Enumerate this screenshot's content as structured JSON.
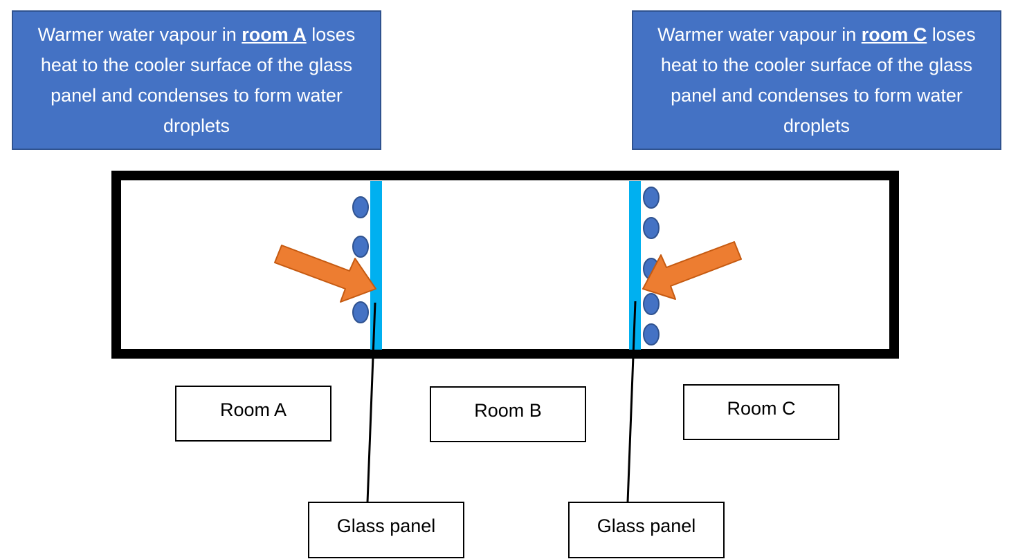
{
  "callouts": {
    "room_a": {
      "prefix": "Warmer water vapour in ",
      "keyword": "room A",
      "rest": " loses heat to the cooler surface of the glass panel and condenses to form water droplets"
    },
    "room_c": {
      "prefix": "Warmer water vapour in ",
      "keyword": "room C",
      "rest": " loses heat to the cooler surface of the glass panel and condenses to form water droplets"
    }
  },
  "rooms": {
    "a": "Room A",
    "b": "Room B",
    "c": "Room C"
  },
  "glass_labels": {
    "left": "Glass panel",
    "right": "Glass panel"
  },
  "colors": {
    "callout_fill": "#4472c4",
    "callout_border": "#2f528f",
    "glass": "#00b0f0",
    "droplet_fill": "#4472c4",
    "droplet_stroke": "#2f528f",
    "arrow": "#ed7d31",
    "wall": "#000000"
  }
}
